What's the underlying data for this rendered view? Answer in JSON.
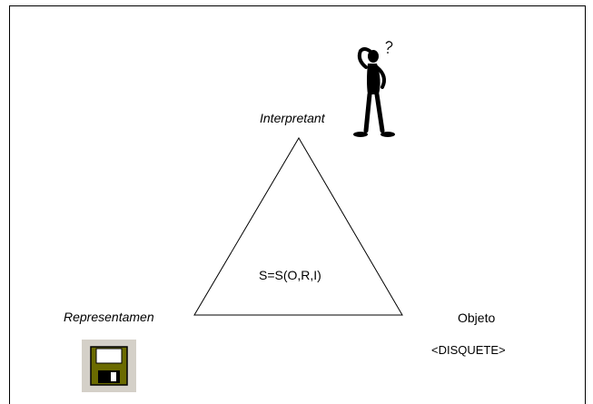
{
  "labels": {
    "interpretant": "Interpretant",
    "representamen": "Representamen",
    "objeto": "Objeto",
    "disquete": "<DISQUETE>",
    "formula": "S=S(O,R,I)"
  },
  "icons": {
    "thinker": "thinking-person-icon",
    "floppy": "floppy-disk-icon"
  },
  "colors": {
    "line": "#000000",
    "floppy_bg": "#d4d0c8",
    "floppy_body": "#6b6b00"
  }
}
